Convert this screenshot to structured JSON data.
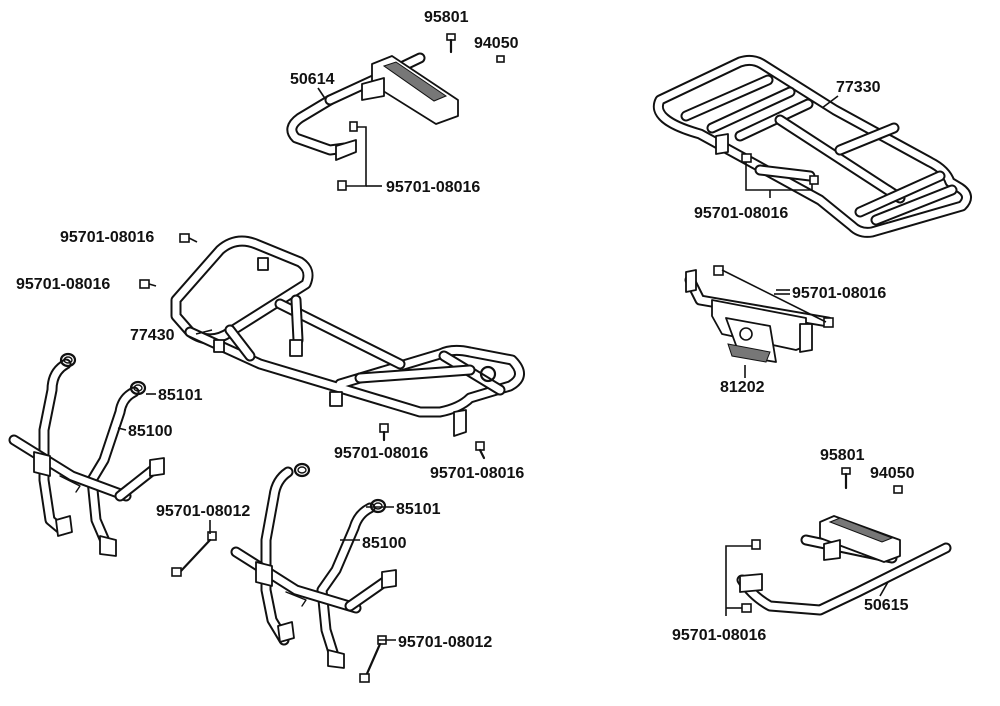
{
  "labels": {
    "p95801_top": "95801",
    "p94050_top": "94050",
    "p50614": "50614",
    "p95701_08016_a": "95701-08016",
    "p77330": "77330",
    "p95701_08016_b": "95701-08016",
    "p95701_08016_c": "95701-08016",
    "p95701_08016_d": "95701-08016",
    "p95701_08016_e": "95701-08016",
    "p81202": "81202",
    "p77430": "77430",
    "p85101_a": "85101",
    "p85100_a": "85100",
    "p95701_08016_f": "95701-08016",
    "p95701_08016_g": "95701-08016",
    "p95701_08012_a": "95701-08012",
    "p85101_b": "85101",
    "p85100_b": "85100",
    "p95701_08012_b": "95701-08012",
    "p95801_bottom": "95801",
    "p94050_bottom": "94050",
    "p50615": "50615",
    "p95701_08016_h": "95701-08016"
  }
}
